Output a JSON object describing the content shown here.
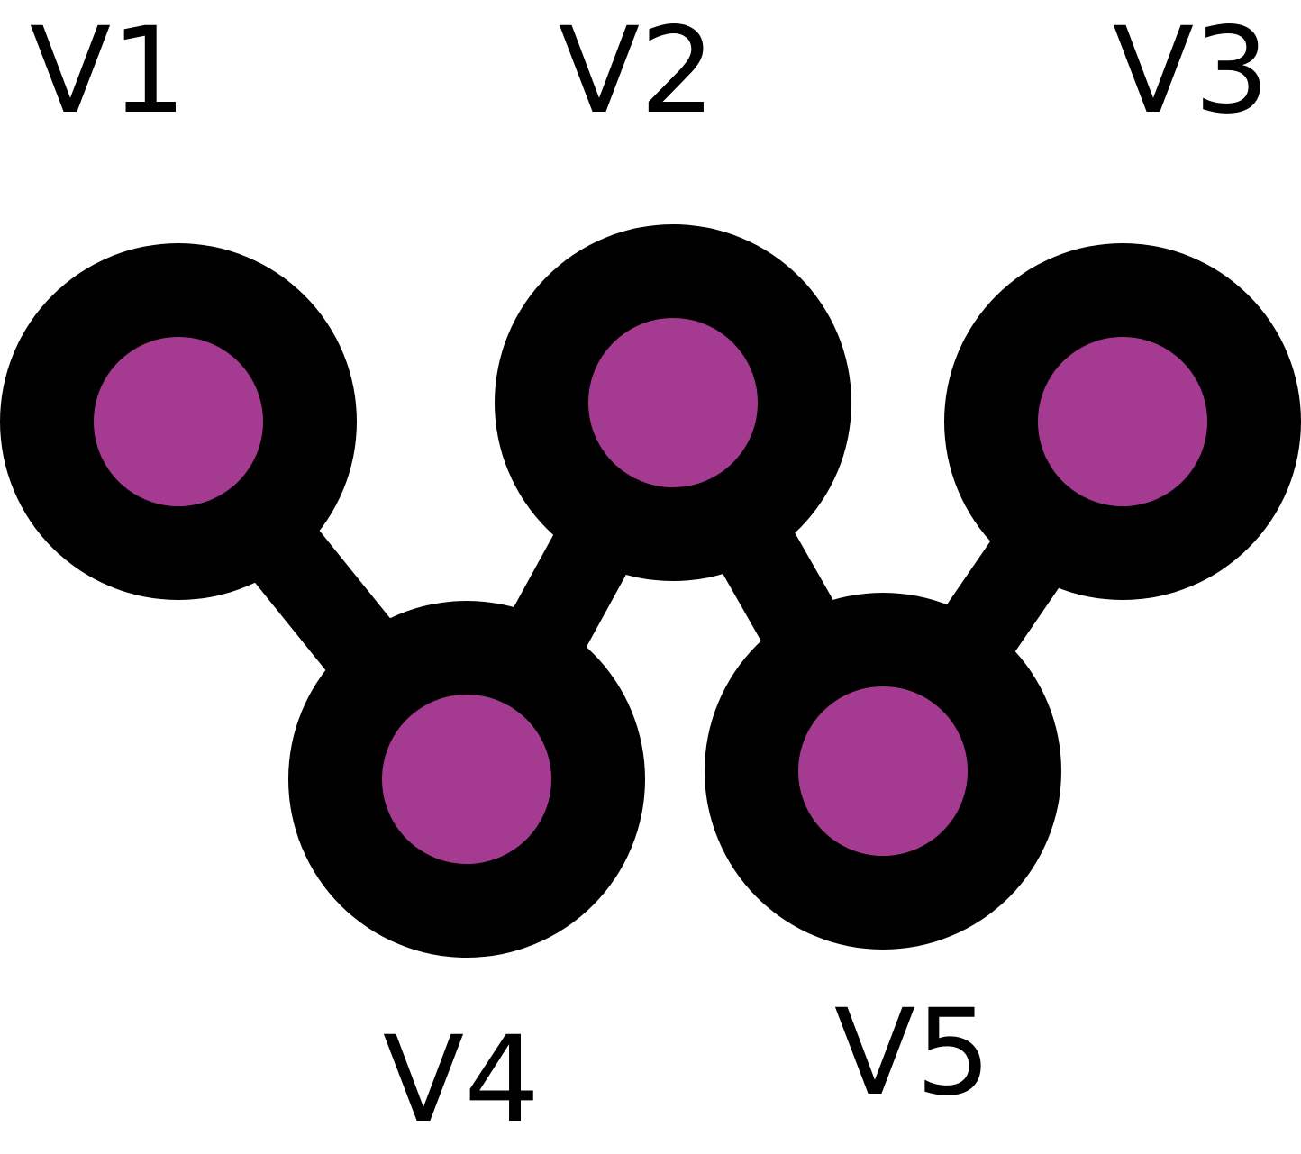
{
  "colors": {
    "node_fill": "#a43b91",
    "node_ring": "#000000",
    "edge": "#000000",
    "background": "#ffffff",
    "text": "#000000"
  },
  "nodes": [
    {
      "id": "v1",
      "label": "V1"
    },
    {
      "id": "v2",
      "label": "V2"
    },
    {
      "id": "v3",
      "label": "V3"
    },
    {
      "id": "v4",
      "label": "V4"
    },
    {
      "id": "v5",
      "label": "V5"
    }
  ],
  "edges": [
    {
      "from": "v1",
      "to": "v4"
    },
    {
      "from": "v4",
      "to": "v2"
    },
    {
      "from": "v2",
      "to": "v5"
    },
    {
      "from": "v5",
      "to": "v3"
    }
  ]
}
